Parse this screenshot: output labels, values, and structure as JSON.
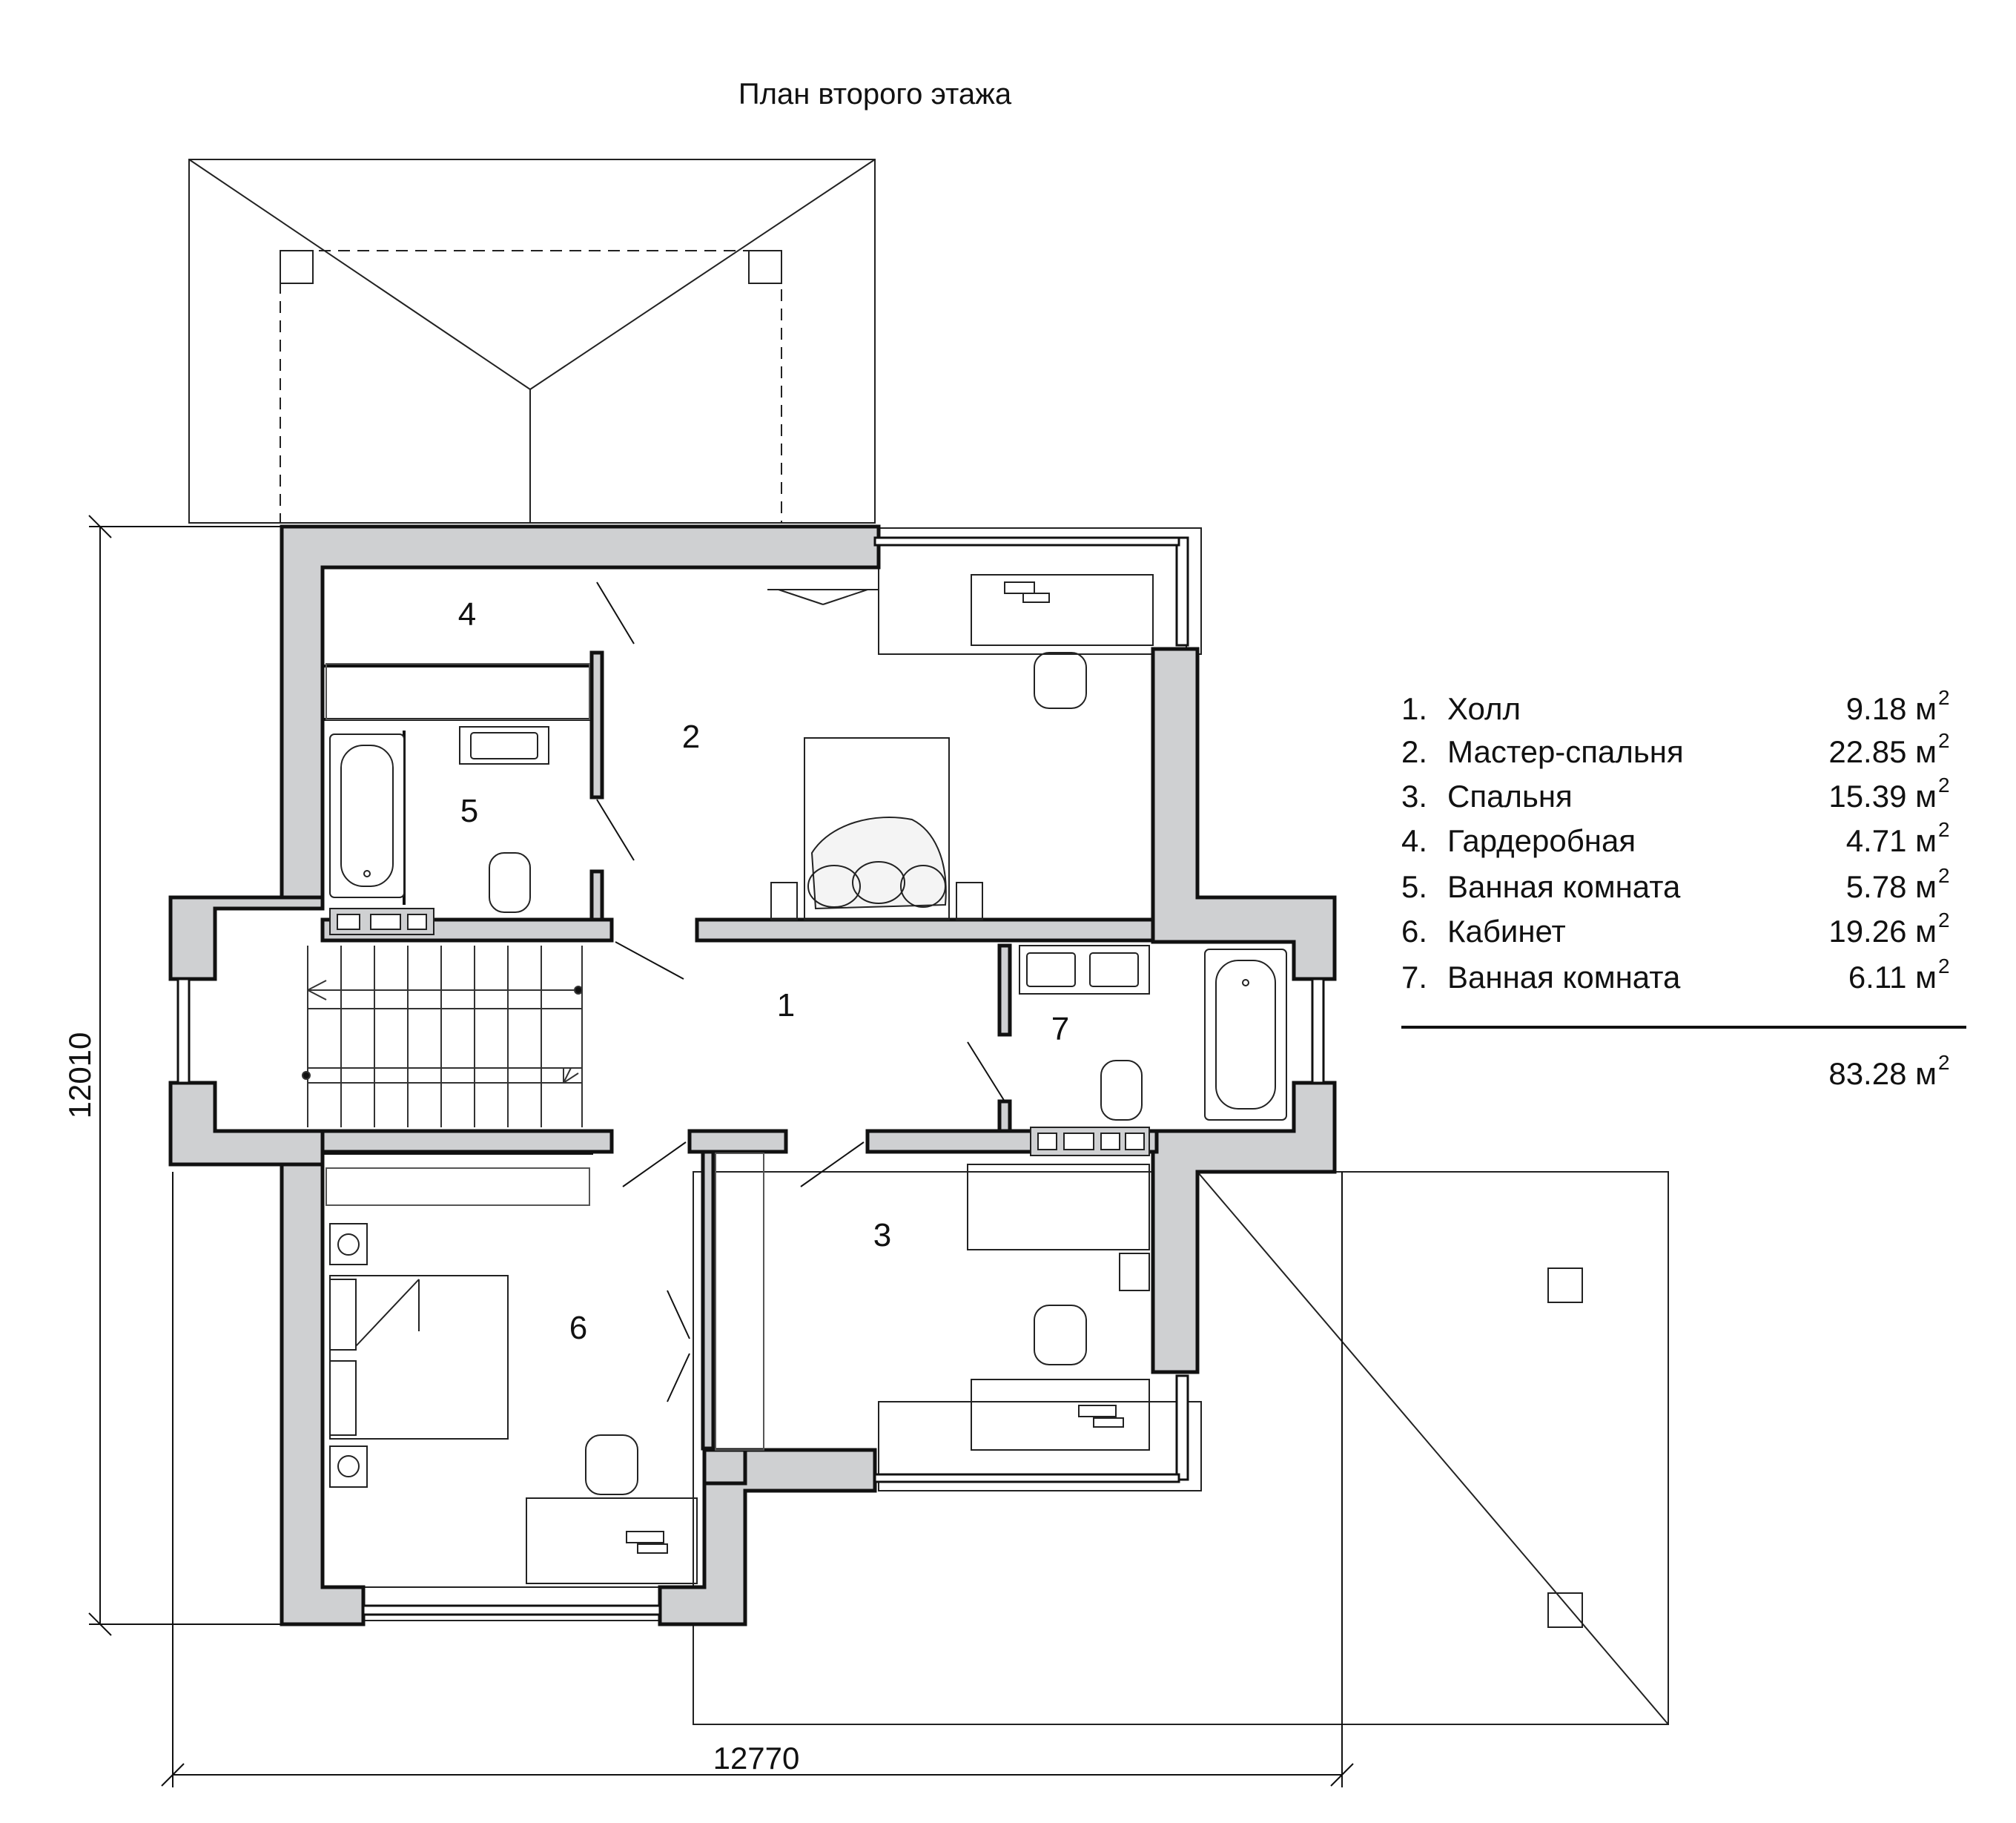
{
  "title": "План второго этажа",
  "dimensions": {
    "height": "12010",
    "width": "12770"
  },
  "room_labels": [
    "1",
    "2",
    "3",
    "4",
    "5",
    "6",
    "7"
  ],
  "legend": {
    "unit": "м",
    "unit_sup": "2",
    "rooms": [
      {
        "num": "1.",
        "name": "Холл",
        "area": "9.18"
      },
      {
        "num": "2.",
        "name": "Мастер-спальня",
        "area": "22.85"
      },
      {
        "num": "3.",
        "name": "Спальня",
        "area": "15.39"
      },
      {
        "num": "4.",
        "name": "Гардеробная",
        "area": "4.71"
      },
      {
        "num": "5.",
        "name": "Ванная комната",
        "area": "5.78"
      },
      {
        "num": "6.",
        "name": "Кабинет",
        "area": "19.26"
      },
      {
        "num": "7.",
        "name": "Ванная комната",
        "area": "6.11"
      }
    ],
    "total": "83.28"
  },
  "colors": {
    "wall_fill": "#cfd0d2",
    "line": "#111111",
    "background": "#ffffff"
  }
}
